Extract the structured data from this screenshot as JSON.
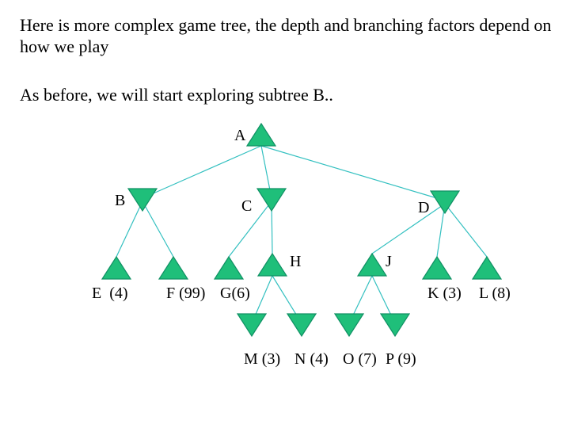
{
  "intro": {
    "line1": "Here is more complex game tree, the depth and branching factors depend on how we play",
    "line2": "As before, we will start exploring subtree B.."
  },
  "colors": {
    "node_fill": "#1fbf7a",
    "node_stroke": "#109064",
    "edge": "#33c0c0"
  },
  "tree": {
    "nodes": [
      {
        "id": "A",
        "label": "A",
        "type": "max-node-up-triangle"
      },
      {
        "id": "B",
        "label": "B",
        "type": "min-node-down-triangle"
      },
      {
        "id": "C",
        "label": "C",
        "type": "min-node-down-triangle"
      },
      {
        "id": "D",
        "label": "D",
        "type": "min-node-down-triangle"
      },
      {
        "id": "E",
        "label": "E  (4)",
        "type": "max-node-up-triangle"
      },
      {
        "id": "F",
        "label": "F (99)",
        "type": "max-node-up-triangle"
      },
      {
        "id": "G",
        "label": "G(6)",
        "type": "max-node-up-triangle"
      },
      {
        "id": "H",
        "label": "H",
        "type": "max-node-up-triangle"
      },
      {
        "id": "J",
        "label": "J",
        "type": "max-node-up-triangle"
      },
      {
        "id": "K",
        "label": "K (3)",
        "type": "max-node-up-triangle"
      },
      {
        "id": "L",
        "label": "L (8)",
        "type": "max-node-up-triangle"
      },
      {
        "id": "M",
        "label": "M (3)",
        "type": "min-node-down-triangle"
      },
      {
        "id": "N",
        "label": "N (4)",
        "type": "min-node-down-triangle"
      },
      {
        "id": "O",
        "label": "O (7)",
        "type": "min-node-down-triangle"
      },
      {
        "id": "P",
        "label": "P (9)",
        "type": "min-node-down-triangle"
      }
    ],
    "edges": [
      [
        "A",
        "B"
      ],
      [
        "A",
        "C"
      ],
      [
        "A",
        "D"
      ],
      [
        "B",
        "E"
      ],
      [
        "B",
        "F"
      ],
      [
        "C",
        "G"
      ],
      [
        "C",
        "H"
      ],
      [
        "D",
        "J"
      ],
      [
        "D",
        "K"
      ],
      [
        "D",
        "L"
      ],
      [
        "H",
        "M"
      ],
      [
        "H",
        "N"
      ],
      [
        "J",
        "O"
      ],
      [
        "J",
        "P"
      ]
    ]
  }
}
